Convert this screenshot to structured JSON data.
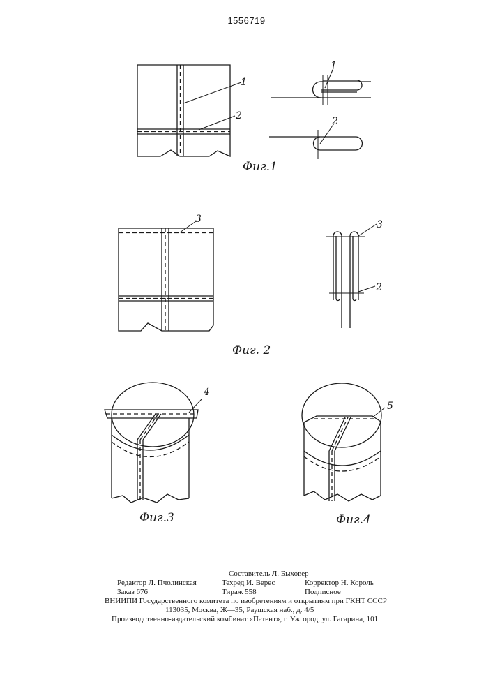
{
  "patent_number": "1556719",
  "figures": {
    "fig1": {
      "caption": "Фиг.1",
      "labels": [
        "1",
        "2",
        "1",
        "2"
      ]
    },
    "fig2": {
      "caption": "Фиг. 2",
      "labels": [
        "3",
        "3",
        "2"
      ]
    },
    "fig3": {
      "caption": "Фиг.3",
      "labels": [
        "4"
      ]
    },
    "fig4": {
      "caption": "Фиг.4",
      "labels": [
        "5"
      ]
    }
  },
  "footer": {
    "compiler": "Составитель Л. Быховер",
    "editor": "Редактор Л. Пчолинская",
    "techred": "Техред И. Верес",
    "corrector": "Корректор Н. Король",
    "order": "Заказ 676",
    "circulation": "Тираж 558",
    "subscription": "Подписное",
    "org": "ВНИИПИ Государственного комитета по изобретениям и открытиям при ГКНТ СССР",
    "address": "113035, Москва, Ж—35, Раушская наб., д. 4/5",
    "plant": "Производственно-издательский комбинат «Патент», г. Ужгород, ул. Гагарина, 101"
  }
}
